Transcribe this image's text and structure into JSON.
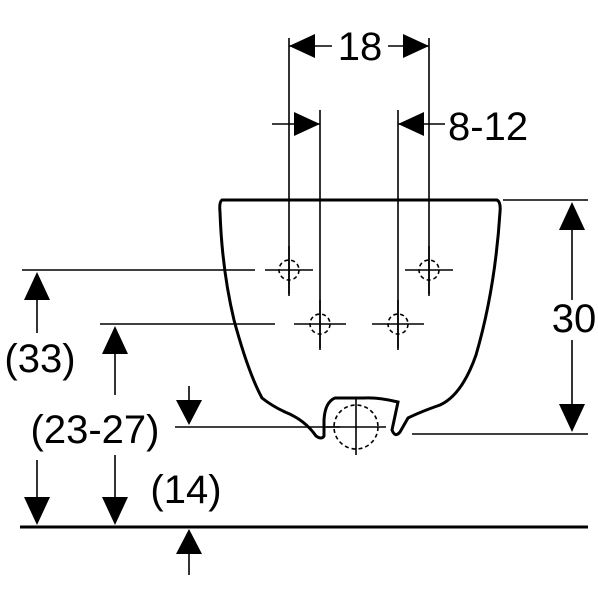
{
  "dimensions": {
    "top_spacing": "18",
    "pipe_offset": "8-12",
    "height_total": "30",
    "height_upper": "(33)",
    "height_middle": "(23-27)",
    "height_lower": "(14)"
  },
  "colors": {
    "line": "#000000",
    "background": "#ffffff"
  }
}
